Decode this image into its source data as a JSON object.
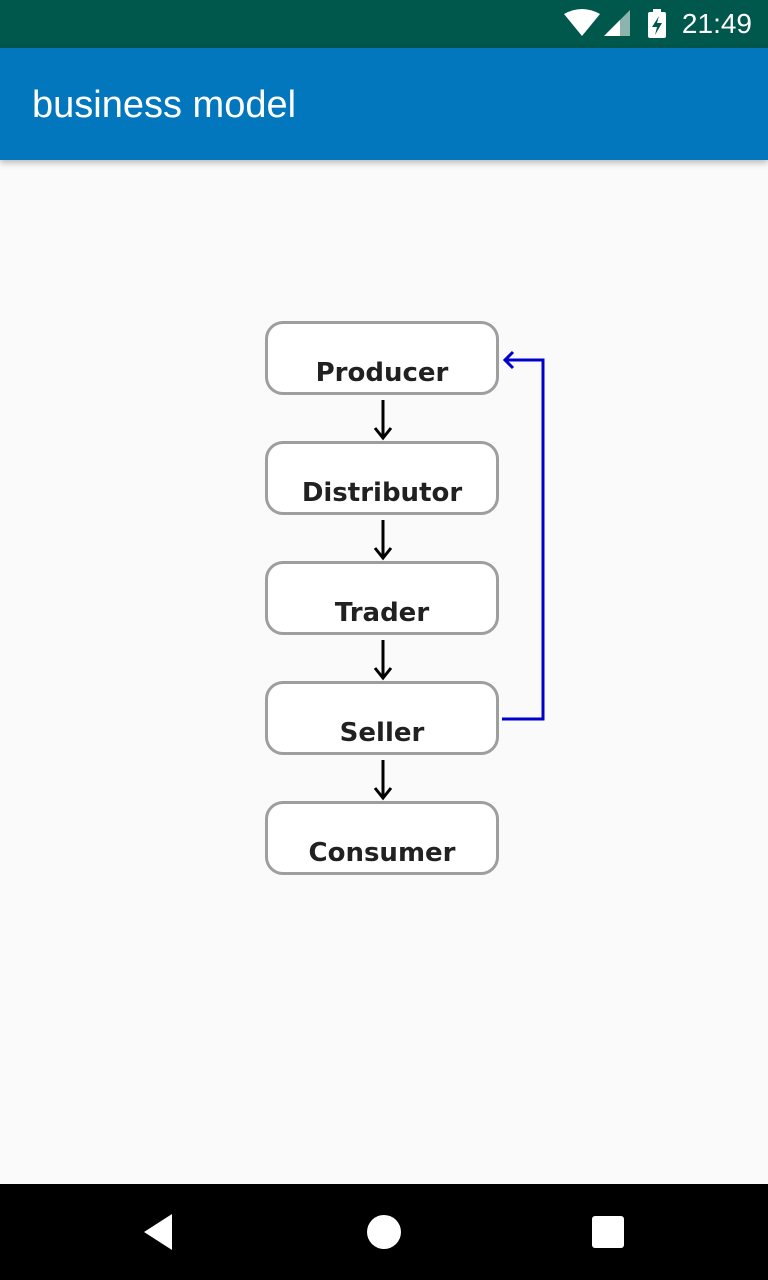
{
  "status_bar": {
    "time": "21:49",
    "icons": [
      "wifi-icon",
      "cell-signal-icon",
      "battery-charging-icon"
    ]
  },
  "app_bar": {
    "title": "business model",
    "color": "#0277bd"
  },
  "diagram": {
    "nodes": [
      {
        "label": "Producer"
      },
      {
        "label": "Distributor"
      },
      {
        "label": "Trader"
      },
      {
        "label": "Seller"
      },
      {
        "label": "Consumer"
      }
    ],
    "edges": [
      {
        "from": "Producer",
        "to": "Distributor"
      },
      {
        "from": "Distributor",
        "to": "Trader"
      },
      {
        "from": "Trader",
        "to": "Seller"
      },
      {
        "from": "Seller",
        "to": "Consumer"
      },
      {
        "from": "Seller",
        "to": "Producer",
        "color": "#0000cc"
      }
    ]
  },
  "nav_bar": {
    "buttons": [
      "back-icon",
      "home-icon",
      "recents-icon"
    ]
  }
}
